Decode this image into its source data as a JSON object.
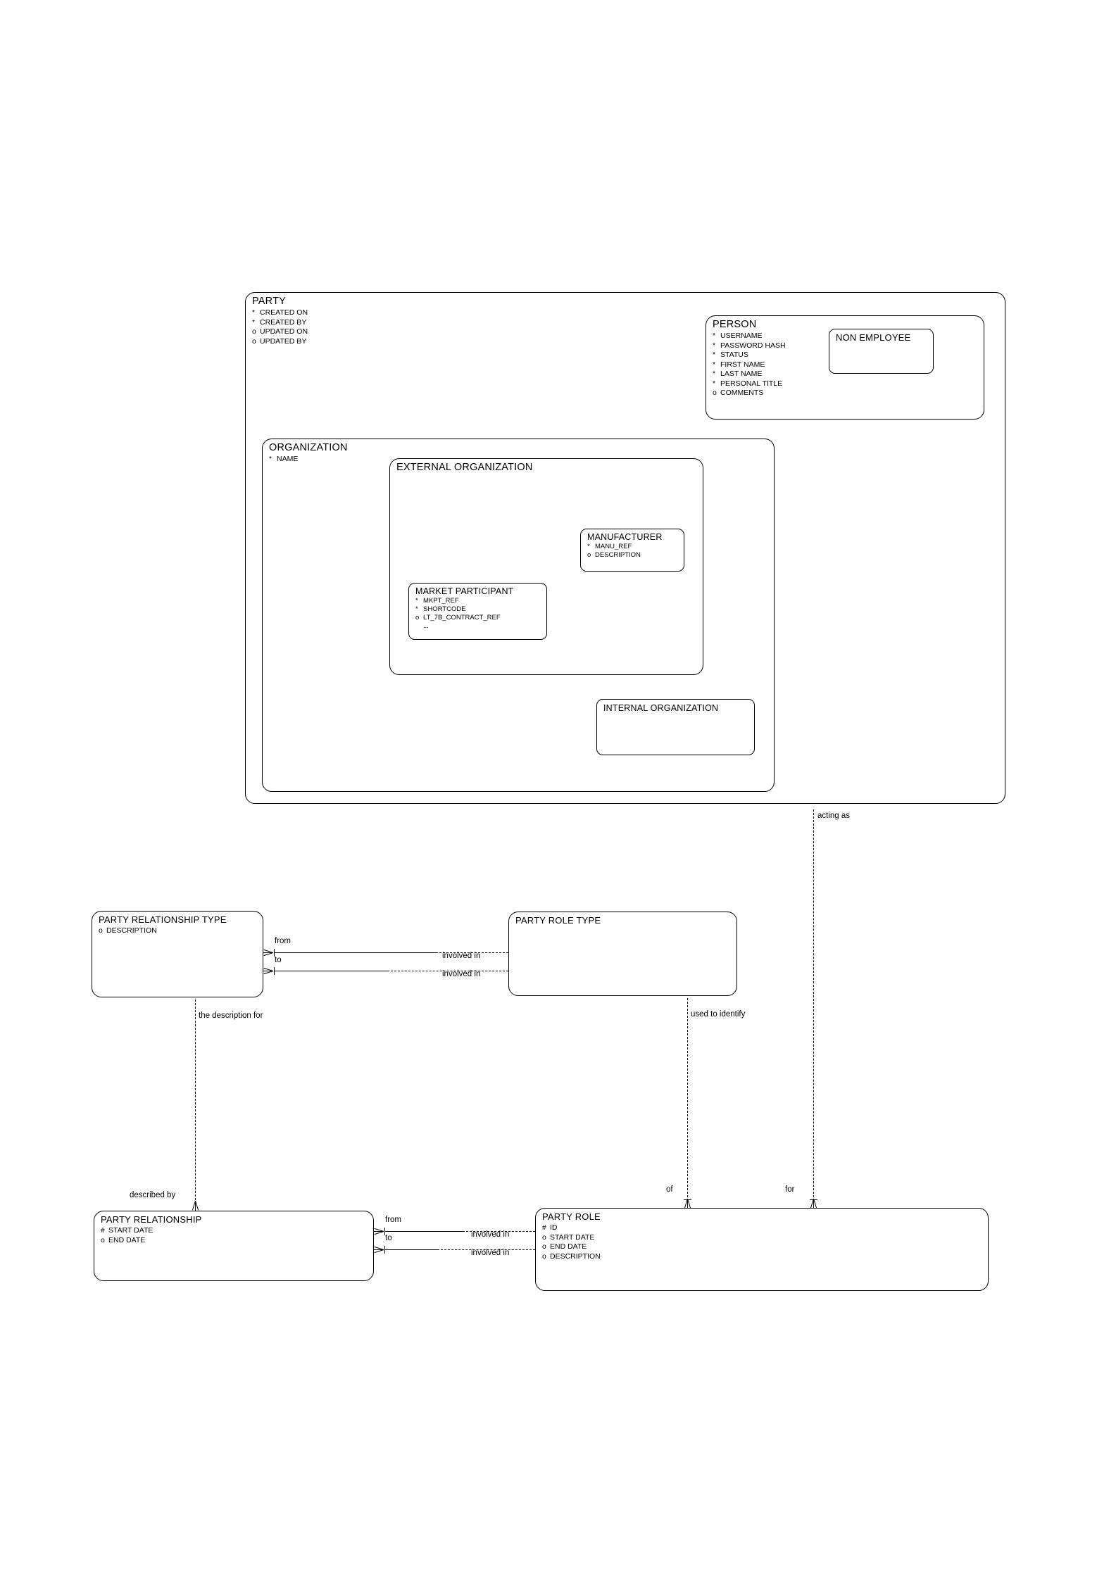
{
  "diagram": {
    "title": "Party Entity Relationship Diagram",
    "notation": "barker-crows-foot",
    "line_color": "#000000",
    "background_color": "#ffffff"
  },
  "entities": {
    "party": {
      "name": "PARTY",
      "attributes": [
        {
          "mark": "*",
          "label": "CREATED ON"
        },
        {
          "mark": "*",
          "label": "CREATED BY"
        },
        {
          "mark": "o",
          "label": "UPDATED ON"
        },
        {
          "mark": "o",
          "label": "UPDATED BY"
        }
      ]
    },
    "person": {
      "name": "PERSON",
      "attributes": [
        {
          "mark": "*",
          "label": "USERNAME"
        },
        {
          "mark": "*",
          "label": "PASSWORD HASH"
        },
        {
          "mark": "*",
          "label": "STATUS"
        },
        {
          "mark": "*",
          "label": "FIRST NAME"
        },
        {
          "mark": "*",
          "label": "LAST NAME"
        },
        {
          "mark": "*",
          "label": "PERSONAL TITLE"
        },
        {
          "mark": "o",
          "label": "COMMENTS"
        }
      ]
    },
    "non_employee": {
      "name": "NON EMPLOYEE",
      "attributes": []
    },
    "organization": {
      "name": "ORGANIZATION",
      "attributes": [
        {
          "mark": "*",
          "label": "NAME"
        }
      ]
    },
    "external_organization": {
      "name": "EXTERNAL ORGANIZATION",
      "attributes": []
    },
    "manufacturer": {
      "name": "MANUFACTURER",
      "attributes": [
        {
          "mark": "*",
          "label": "MANU_REF"
        },
        {
          "mark": "o",
          "label": "DESCRIPTION"
        }
      ]
    },
    "market_participant": {
      "name": "MARKET PARTICIPANT",
      "attributes": [
        {
          "mark": "*",
          "label": "MKPT_REF"
        },
        {
          "mark": "*",
          "label": "SHORTCODE"
        },
        {
          "mark": "o",
          "label": "LT_7B_CONTRACT_REF"
        },
        {
          "mark": "",
          "label": "..."
        }
      ]
    },
    "internal_organization": {
      "name": "INTERNAL ORGANIZATION",
      "attributes": []
    },
    "party_relationship_type": {
      "name": "PARTY RELATIONSHIP TYPE",
      "attributes": [
        {
          "mark": "o",
          "label": "DESCRIPTION"
        }
      ]
    },
    "party_role_type": {
      "name": "PARTY ROLE TYPE",
      "attributes": []
    },
    "party_relationship": {
      "name": "PARTY RELATIONSHIP",
      "attributes": [
        {
          "mark": "#",
          "label": "START DATE"
        },
        {
          "mark": "o",
          "label": "END DATE"
        }
      ]
    },
    "party_role": {
      "name": "PARTY ROLE",
      "attributes": [
        {
          "mark": "#",
          "label": "ID"
        },
        {
          "mark": "o",
          "label": "START DATE"
        },
        {
          "mark": "o",
          "label": "END DATE"
        },
        {
          "mark": "o",
          "label": "DESCRIPTION"
        }
      ]
    }
  },
  "relationships": {
    "party_acting_as_party_role": {
      "source_label": "acting as",
      "target_label": "for"
    },
    "prt_from_prtype": {
      "source_label": "from",
      "target_label": "involved in"
    },
    "prt_to_prtype": {
      "source_label": "to",
      "target_label": "involved in"
    },
    "pr_from_roletype": {
      "source_label": "from",
      "target_label": "involved in"
    },
    "pr_to_roletype": {
      "source_label": "to",
      "target_label": "involved in"
    },
    "prtype_describes_pr": {
      "source_label": "the description for",
      "target_label": "described by"
    },
    "roletype_identifies_role": {
      "source_label": "used to identify",
      "target_label": "of"
    }
  }
}
